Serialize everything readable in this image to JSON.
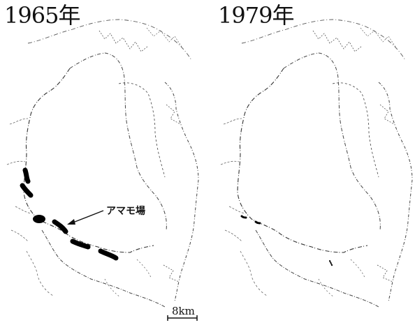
{
  "panels": [
    {
      "year_label": "1965年"
    },
    {
      "year_label": "1979年"
    }
  ],
  "annotation": {
    "seagrass_label": "アマモ場"
  },
  "scale_bar": {
    "label": "8km"
  },
  "colors": {
    "coast": "#333333",
    "seagrass": "#000000",
    "background": "#ffffff"
  }
}
